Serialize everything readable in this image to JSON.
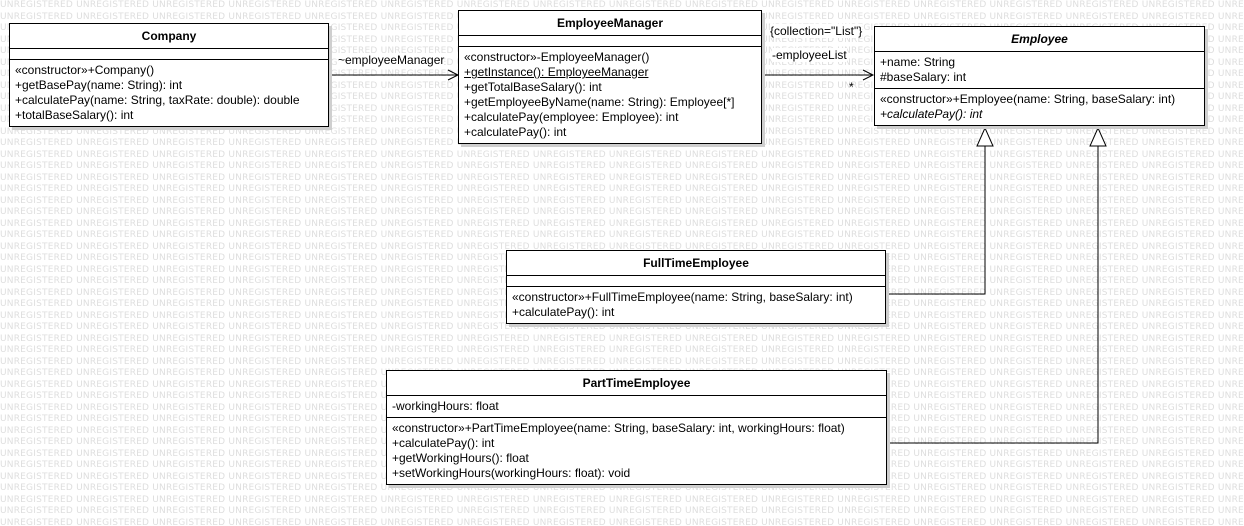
{
  "watermark": "UNREGISTERED",
  "classes": {
    "company": {
      "name": "Company",
      "attributes": [],
      "operations": [
        "«constructor»+Company()",
        "+getBasePay(name: String): int",
        "+calculatePay(name: String, taxRate: double): double",
        "+totalBaseSalary(): int"
      ]
    },
    "employee_manager": {
      "name": "EmployeeManager",
      "attributes": [],
      "operations": [
        "«constructor»-EmployeeManager()",
        "+getInstance(): EmployeeManager",
        "+getTotalBaseSalary(): int",
        "+getEmployeeByName(name: String): Employee[*]",
        "+calculatePay(employee: Employee): int",
        "+calculatePay(): int"
      ]
    },
    "employee": {
      "name": "Employee",
      "abstract": true,
      "attributes": [
        "+name: String",
        "#baseSalary: int"
      ],
      "operations": [
        "«constructor»+Employee(name: String, baseSalary: int)",
        "+calculatePay(): int"
      ]
    },
    "full_time_employee": {
      "name": "FullTimeEmployee",
      "attributes": [],
      "operations": [
        "«constructor»+FullTimeEmployee(name: String, baseSalary: int)",
        "+calculatePay(): int"
      ]
    },
    "part_time_employee": {
      "name": "PartTimeEmployee",
      "attributes": [
        "-workingHours: float"
      ],
      "operations": [
        "«constructor»+PartTimeEmployee(name: String, baseSalary: int, workingHours: float)",
        "+calculatePay(): int",
        "+getWorkingHours(): float",
        "+setWorkingHours(workingHours: float): void"
      ]
    }
  },
  "associations": {
    "company_to_manager": {
      "role": "~employeeManager"
    },
    "manager_to_employee": {
      "constraint": "{collection=\"List\"}",
      "role": "-employeeList",
      "multiplicity": "*"
    }
  }
}
